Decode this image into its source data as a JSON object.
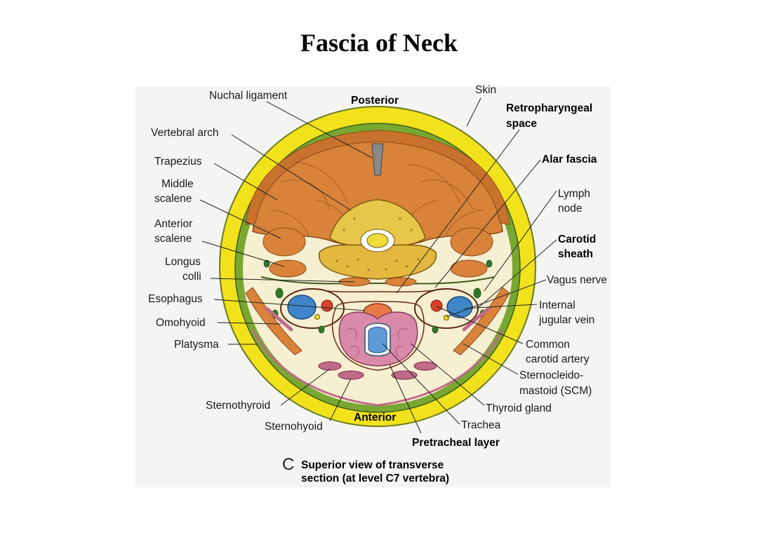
{
  "title": "Fascia of Neck",
  "orientation": {
    "posterior": "Posterior",
    "anterior": "Anterior"
  },
  "labels": {
    "nuchal_ligament": "Nuchal ligament",
    "vertebral_arch": "Vertebral arch",
    "trapezius": "Trapezius",
    "middle_scalene_1": "Middle",
    "middle_scalene_2": "scalene",
    "anterior_scalene_1": "Anterior",
    "anterior_scalene_2": "scalene",
    "longus_colli_1": "Longus",
    "longus_colli_2": "colli",
    "esophagus": "Esophagus",
    "omohyoid": "Omohyoid",
    "platysma": "Platysma",
    "sternothyroid": "Sternothyroid",
    "sternohyoid": "Sternohyoid",
    "skin": "Skin",
    "retropharyngeal_1": "Retropharyngeal",
    "retropharyngeal_2": "space",
    "alar_fascia": "Alar fascia",
    "lymph_node_1": "Lymph",
    "lymph_node_2": "node",
    "carotid_sheath_1": "Carotid",
    "carotid_sheath_2": "sheath",
    "vagus_nerve": "Vagus nerve",
    "internal_jugular_1": "Internal",
    "internal_jugular_2": "jugular vein",
    "common_carotid_1": "Common",
    "common_carotid_2": "carotid artery",
    "scm_1": "Sternocleido-",
    "scm_2": "mastoid (SCM)",
    "thyroid_gland": "Thyroid gland",
    "trachea": "Trachea",
    "pretracheal_layer": "Pretracheal layer"
  },
  "caption": {
    "letter": "C",
    "line1": "Superior view of transverse",
    "line2": "section (at level C7 vertebra)"
  },
  "colors": {
    "skin": "#f2e21c",
    "fascia_green": "#6a9a2a",
    "muscle": "#d9823a",
    "vertebra": "#e8c64a",
    "thyroid": "#d98aa8",
    "vein": "#3f86c9",
    "artery": "#d8402a"
  }
}
